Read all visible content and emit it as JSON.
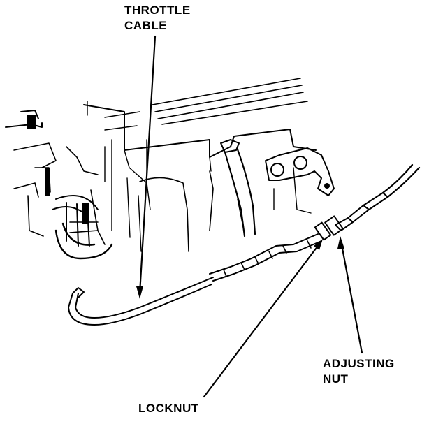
{
  "labels": {
    "throttle_cable_line1": "THROTTLE",
    "throttle_cable_line2": "CABLE",
    "adjusting_nut_line1": "ADJUSTING",
    "adjusting_nut_line2": "NUT",
    "locknut": "LOCKNUT"
  },
  "colors": {
    "ink": "#000000",
    "background": "#ffffff"
  }
}
